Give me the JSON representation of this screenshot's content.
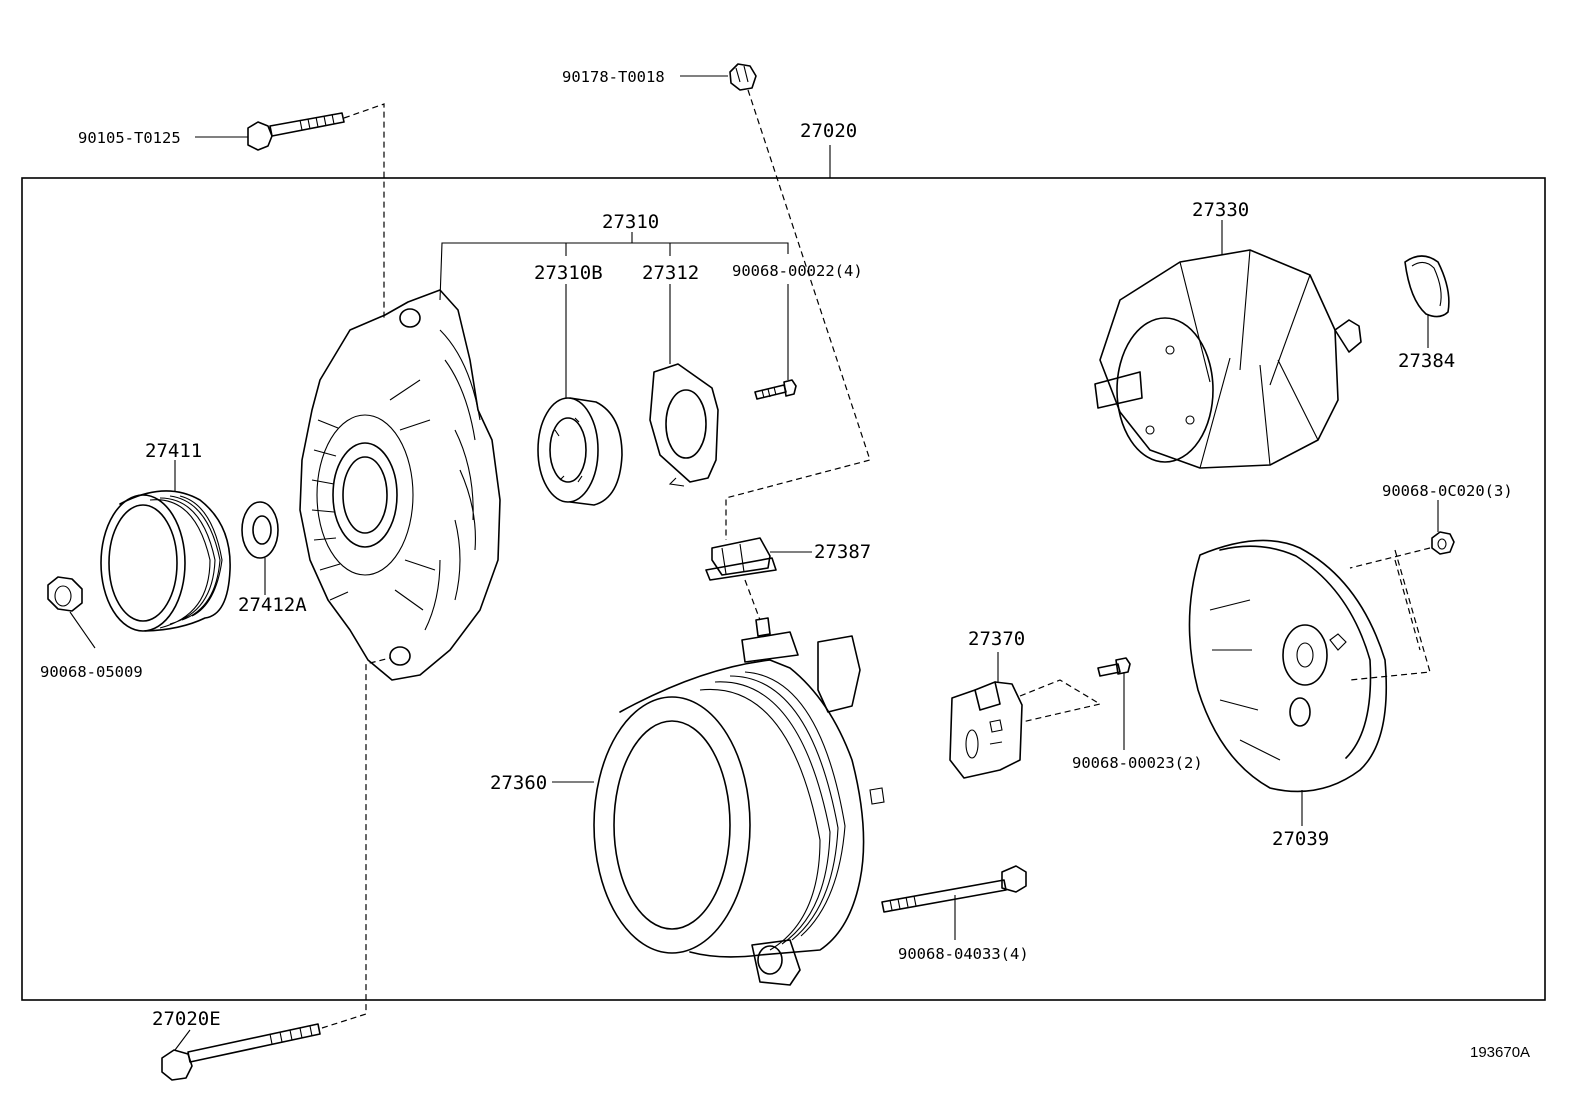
{
  "labels": {
    "assembly": "27020",
    "bolt_top_left": "90105-T0125",
    "nut_top": "90178-T0018",
    "frame_group": "27310",
    "bearing": "27310B",
    "retainer": "27312",
    "retainer_screw": "90068-00022(4)",
    "rotor": "27330",
    "rotor_ring": "27384",
    "pulley": "27411",
    "pulley_nut": "90068-05009",
    "spacer": "27412A",
    "terminal_insulator": "27387",
    "stator_frame": "27360",
    "regulator": "27370",
    "regulator_screw": "90068-00023(2)",
    "rear_cover_nut": "90068-0C020(3)",
    "rear_cover": "27039",
    "through_bolt": "90068-04033(4)",
    "bottom_bolt": "27020E"
  },
  "figure_id": "193670A"
}
